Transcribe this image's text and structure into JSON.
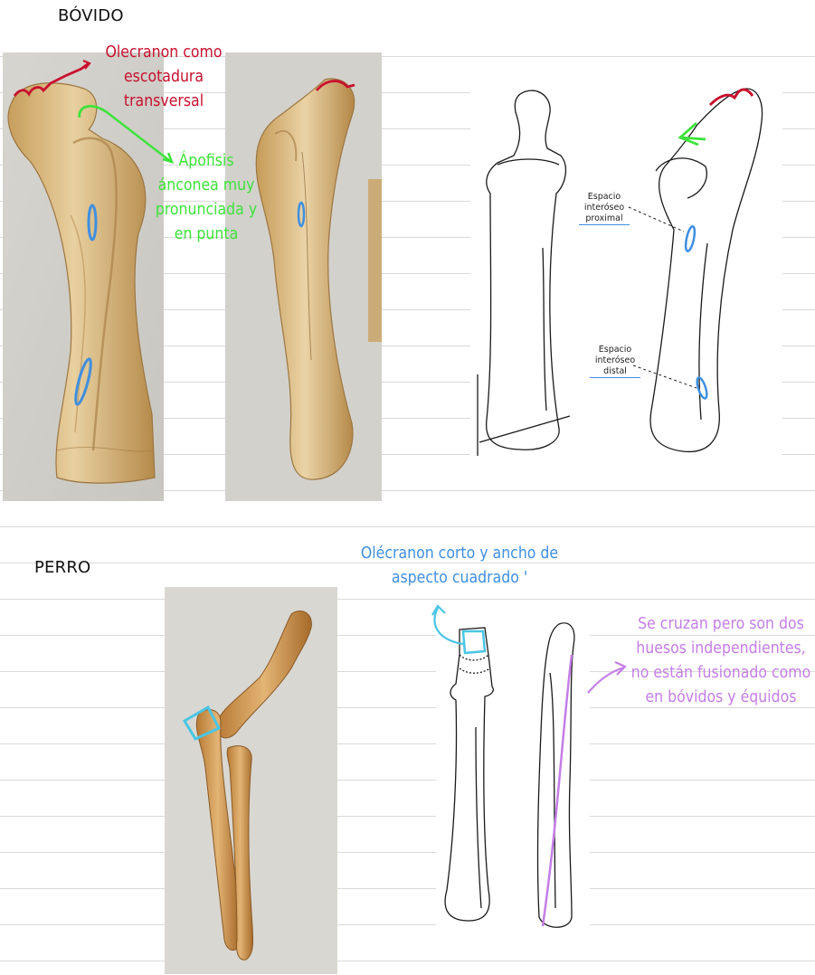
{
  "colors": {
    "red_note": "#c8102e",
    "green_note": "#3de33a",
    "blue_note": "#3f8fe0",
    "cyan_note": "#49c6e5",
    "purple_note": "#c47ee6"
  },
  "bovido": {
    "label": "BÓVIDO",
    "note_olecranon": {
      "line1": "Olecranon como",
      "line2": "escotadura transversal"
    },
    "note_apofisis": {
      "line1": "Ápofisis",
      "line2": "ánconea muy",
      "line3": "pronunciada y",
      "line4": "en punta"
    },
    "diagram_labels": {
      "proximal": {
        "line1": "Espacio",
        "line2": "interóseo",
        "line3": "proximal"
      },
      "distal": {
        "line1": "Espacio",
        "line2": "interóseo",
        "line3": "distal"
      }
    }
  },
  "perro": {
    "label": "PERRO",
    "note_olecranon": {
      "line1": "Olécranon corto y ancho de",
      "line2": "aspecto cuadrado '"
    },
    "note_cruzan": {
      "line1": "Se cruzan pero son dos",
      "line2": "huesos independientes,",
      "line3": "no están fusionado como",
      "line4": "en bóvidos y équidos"
    }
  }
}
